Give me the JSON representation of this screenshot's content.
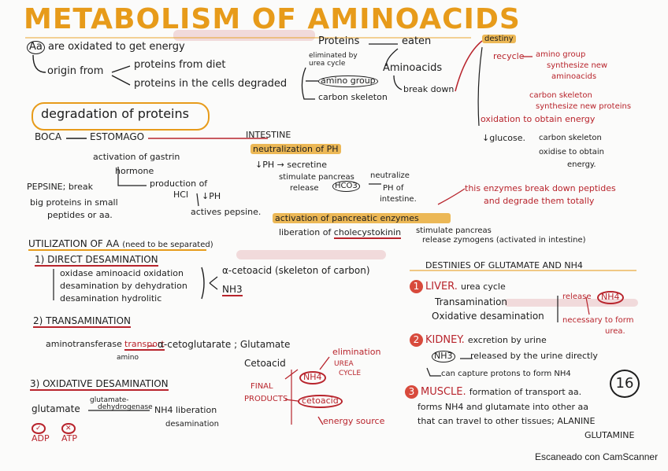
{
  "title": "METABOLISM OF AMINOACIDS",
  "intro": {
    "aa": "Aa",
    "line1": "are oxidated to get energy",
    "origin": "origin from",
    "diet": "proteins from diet",
    "cells": "proteins in the cells degraded"
  },
  "flow": {
    "proteins": "Proteins",
    "eaten": "eaten",
    "urea_cycle": "eliminated by urea cycle",
    "aminoacids": "Aminoacids",
    "amino_group": "amino group",
    "carbon_skeleton": "carbon skeleton",
    "break_down": "break down",
    "destiny": "destiny",
    "recycle": "recycle",
    "amino_note1": "amino group",
    "amino_note2": "synthesize new",
    "amino_note3": "aminoacids",
    "carbon_note1": "carbon skeleton",
    "carbon_note2": "synthesize new proteins",
    "oxidation": "oxidation to obtain energy",
    "glucose": "glucose.",
    "glucose_note1": "carbon skeleton",
    "glucose_note2": "oxidise to obtain",
    "glucose_note3": "energy."
  },
  "degradation": {
    "heading": "degradation of proteins",
    "boca": "BOCA",
    "estomago": "ESTOMAGO",
    "intestine": "INTESTINE",
    "neutralization": "neutralization of PH",
    "ph_secretine": "↓PH → secretine",
    "stimulate_pancreas": "stimulate pancreas",
    "release": "release",
    "hco3": "HCO3",
    "neutralize": "neutralize",
    "ph_of": "PH of",
    "intestine2": "intestine.",
    "activation_gastrin": "activation of gastrin",
    "hormone": "hormone",
    "production_of": "production of",
    "hcl": "HCl",
    "ph_down": "↓PH",
    "activates_pepsine": "actives pepsine.",
    "pepsine": "PEPSINE; break",
    "big_proteins": "big proteins in small",
    "peptides": "peptides or aa.",
    "activation_pancreatic": "activation of pancreatic enzymes",
    "liberation": "liberation of",
    "cholecystokinin": "cholecystokinin",
    "stimulate_pancreas2": "stimulate pancreas",
    "release_zymogens": "release   zymogens (activated in intestine)",
    "enzymes_note1": "this enzymes break down peptides",
    "enzymes_note2": "and degrade them totally"
  },
  "utilization": {
    "heading": "UTILIZATION OF AA",
    "heading_note": "(need to be separated)",
    "direct": "1) DIRECT DESAMINATION",
    "d1": "oxidase aminoacid oxidation",
    "d2": "desamination by dehydration",
    "d3": "desamination hydrolitic",
    "keto": "α-cetoacid (skeleton of carbon)",
    "nh3": "NH3",
    "trans": "2) TRANSAMINATION",
    "aminotransferase": "aminotransferase",
    "transport": "transport",
    "amino": "amino",
    "ketoglutarate": "α-cetoglutarate ; Glutamate",
    "oxidative": "3) OXIDATIVE DESAMINATION",
    "glutamate": "glutamate",
    "glut_dh1": "glutamate-",
    "glut_dh2": "dehydrogenase",
    "nh4_lib": "NH4 liberation",
    "desamination": "desamination",
    "adp": "ADP",
    "atp": "ATP",
    "cetoacid": "Cetoacid",
    "final": "FINAL",
    "products": "PRODUCTS",
    "nh4": "NH4",
    "elimination": "elimination",
    "urea": "UREA",
    "cycle": "CYCLE",
    "cetoacid2": "cetoacid",
    "energy": "energy source"
  },
  "destinies": {
    "heading": "DESTINIES OF GLUTAMATE AND NH4",
    "liver_n": "1",
    "liver": "LIVER.",
    "urea_cycle": "urea cycle",
    "transamination": "Transamination",
    "oxidative": "Oxidative desamination",
    "release": "release",
    "nh4": "NH4",
    "necessary": "necessary to form",
    "urea": "urea.",
    "kidney_n": "2",
    "kidney": "KIDNEY.",
    "excretion": "excretion by urine",
    "nh3": "NH3",
    "released": "released by the urine directly",
    "capture": "can capture protons to form NH4",
    "muscle_n": "3",
    "muscle": "MUSCLE.",
    "formation": "formation of transport aa.",
    "forms": "forms NH4 and glutamate into other aa",
    "travel": "that can travel to other tissues; ALANINE",
    "glutamine": "GLUTAMINE"
  },
  "page_number": "16",
  "footer": "Escaneado con CamScanner"
}
